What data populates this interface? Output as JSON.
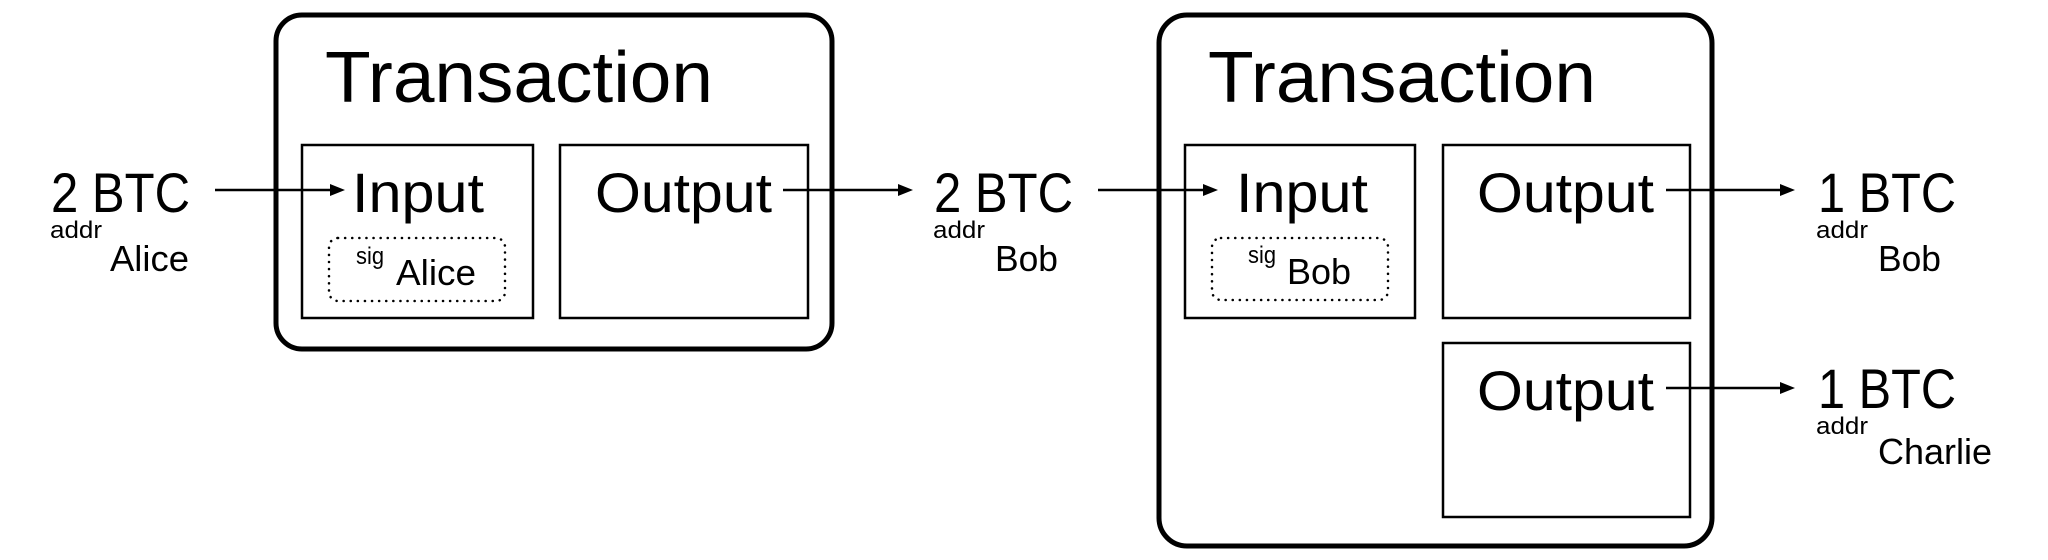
{
  "colors": {
    "stroke": "#000000",
    "background": "#ffffff"
  },
  "transactions": [
    {
      "title": "Transaction",
      "inputs": [
        {
          "label": "Input",
          "sig_prefix": "sig",
          "sig_owner": "Alice"
        }
      ],
      "outputs": [
        {
          "label": "Output"
        }
      ]
    },
    {
      "title": "Transaction",
      "inputs": [
        {
          "label": "Input",
          "sig_prefix": "sig",
          "sig_owner": "Bob"
        }
      ],
      "outputs": [
        {
          "label": "Output"
        },
        {
          "label": "Output"
        }
      ]
    }
  ],
  "coins": [
    {
      "amount": "2 BTC",
      "addr_prefix": "addr",
      "owner": "Alice"
    },
    {
      "amount": "2 BTC",
      "addr_prefix": "addr",
      "owner": "Bob"
    },
    {
      "amount": "1 BTC",
      "addr_prefix": "addr",
      "owner": "Bob"
    },
    {
      "amount": "1 BTC",
      "addr_prefix": "addr",
      "owner": "Charlie"
    }
  ]
}
